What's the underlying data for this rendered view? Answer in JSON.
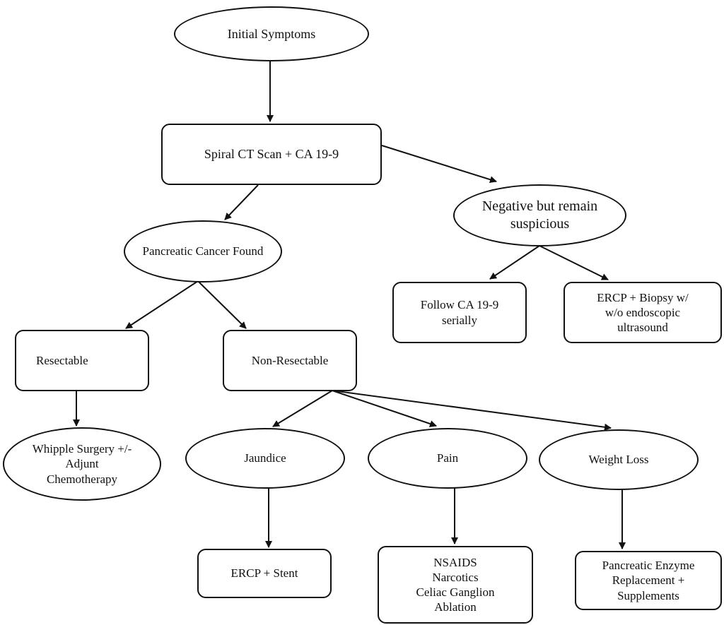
{
  "nodes": {
    "initial_symptoms": "Initial Symptoms",
    "spiral_ct": "Spiral CT Scan + CA 19-9",
    "negative_suspicious": "Negative but remain\nsuspicious",
    "pancreatic_cancer_found": "Pancreatic Cancer Found",
    "follow_ca": "Follow CA 19-9\nserially",
    "ercp_biopsy": "ERCP + Biopsy w/\nw/o endoscopic\nultrasound",
    "resectable": "Resectable",
    "non_resectable": "Non-Resectable",
    "whipple": "Whipple Surgery +/-\nAdjunt\nChemotherapy",
    "jaundice": "Jaundice",
    "pain": "Pain",
    "weight_loss": "Weight Loss",
    "ercp_stent": "ERCP + Stent",
    "nsaids": "NSAIDS\nNarcotics\nCeliac Ganglion\nAblation",
    "enzyme": "Pancreatic Enzyme\nReplacement +\nSupplements"
  }
}
